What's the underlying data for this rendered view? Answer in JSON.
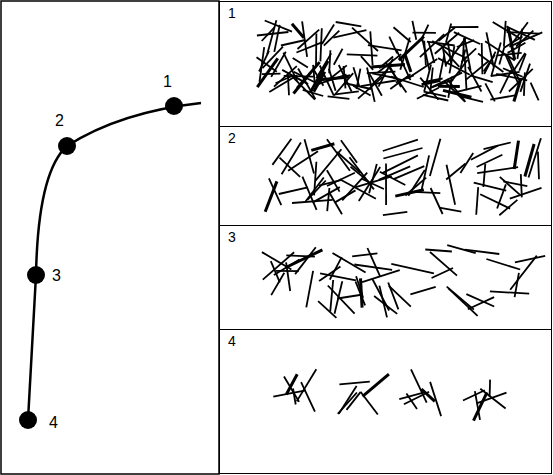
{
  "diagram": {
    "nodes": [
      {
        "text": [
          "1"
        ]
      },
      {
        "text": [
          "2"
        ]
      },
      {
        "text": [
          "3"
        ]
      },
      {
        "text": [
          "4"
        ]
      }
    ],
    "labels": [
      "1",
      "2",
      "3",
      "4"
    ]
  }
}
